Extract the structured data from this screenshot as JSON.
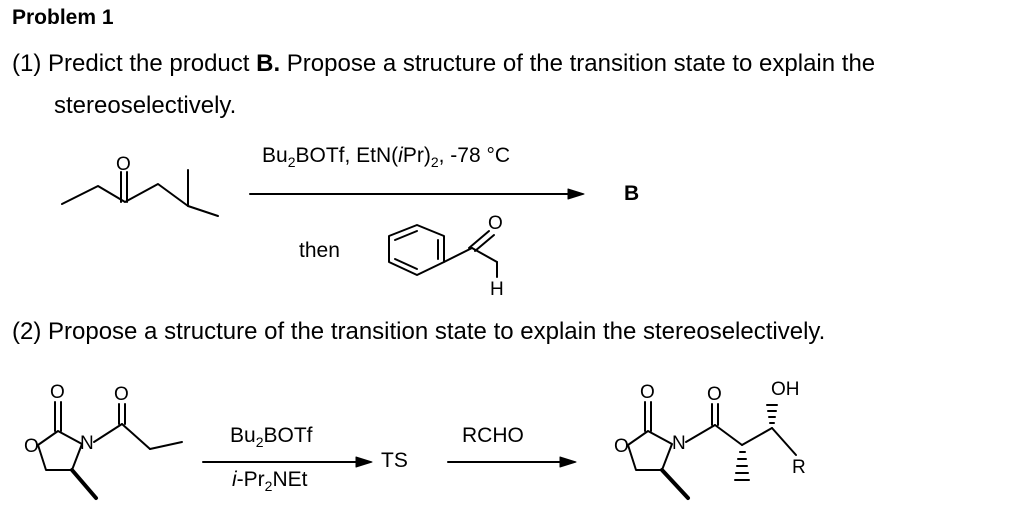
{
  "problem": {
    "title": "Problem 1",
    "part1_line1_pre": "(1) Predict the product ",
    "part1_bold": "B.",
    "part1_line1_post": " Propose a structure of the transition state to explain the",
    "part1_line2": "stereoselectively.",
    "part2_line": "(2) Propose a structure of the transition state to explain the stereoselectively."
  },
  "reaction1": {
    "reagent_top_pre": "Bu",
    "reagent_top_sub1": "2",
    "reagent_top_mid": "BOTf, EtN(",
    "reagent_top_italic": "i",
    "reagent_top_post": "Pr)",
    "reagent_top_sub2": "2",
    "reagent_top_end": ", -78 °C",
    "product_label": "B",
    "then_label": "then",
    "aldehyde_O": "O",
    "aldehyde_H": "H",
    "ketone_O": "O"
  },
  "reaction2": {
    "reagent1_pre": "Bu",
    "reagent1_sub": "2",
    "reagent1_post": "BOTf",
    "reagent2_pre": "i",
    "reagent2_mid": "-Pr",
    "reagent2_sub": "2",
    "reagent2_post": "NEt",
    "ts_label": "TS",
    "reagent3": "RCHO",
    "oh_label": "OH",
    "r_label": "R",
    "atom_O": "O",
    "atom_N": "N"
  }
}
